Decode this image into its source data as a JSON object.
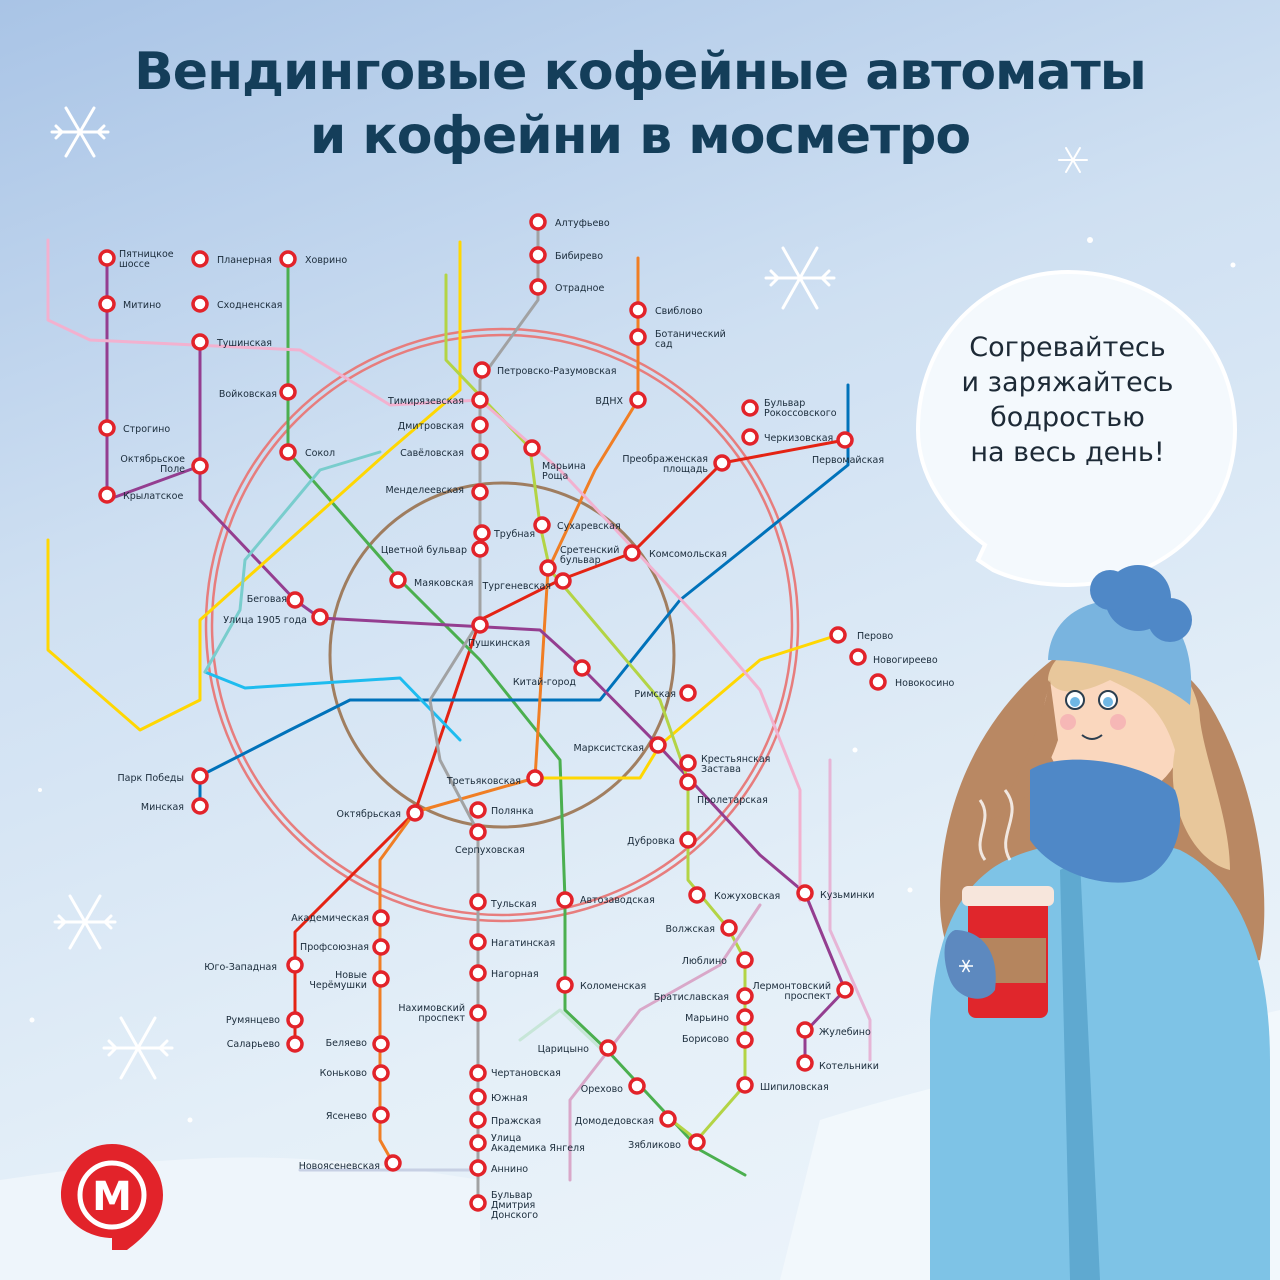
{
  "title": {
    "line1": "Вендинговые кофейные автоматы",
    "line2": "и кофейни в мосметро"
  },
  "bubble": {
    "lines": [
      "Согревайтесь",
      "и заряжайтесь",
      "бодростью",
      "на весь день!"
    ]
  },
  "logo": {
    "icon": "moscow-metro-logo-icon",
    "letter": "М"
  },
  "colors": {
    "title": "#143e5a",
    "station_fill": "#ffffff",
    "station_stroke": "#e2232a",
    "mcc": "#e77d7d",
    "koltsevaya": "#8d5b2d",
    "line1": "#e42313",
    "line2": "#4baf4f",
    "line3": "#0072ba",
    "line4": "#1ebcef",
    "line5": "#915133",
    "line6": "#f07e24",
    "line7": "#943e90",
    "line8": "#ffd702",
    "line9": "#a1a2a3",
    "line10": "#b3d445",
    "line11": "#79cdcd",
    "line12": "#acbfe1"
  },
  "stations": [
    {
      "name": "Алтуфьево",
      "label": [
        "Алтуфьево"
      ]
    },
    {
      "name": "Бибирево",
      "label": [
        "Бибирево"
      ]
    },
    {
      "name": "Отрадное",
      "label": [
        "Отрадное"
      ]
    },
    {
      "name": "Свиблово",
      "label": [
        "Свиблово"
      ]
    },
    {
      "name": "Ботанический сад",
      "label": [
        "Ботанический",
        "сад"
      ]
    },
    {
      "name": "ВДНХ",
      "label": [
        "ВДНХ"
      ]
    },
    {
      "name": "Пятницкое шоссе",
      "label": [
        "Пятницкое",
        "шоссе"
      ]
    },
    {
      "name": "Планерная",
      "label": [
        "Планерная"
      ]
    },
    {
      "name": "Ховрино",
      "label": [
        "Ховрино"
      ]
    },
    {
      "name": "Митино",
      "label": [
        "Митино"
      ]
    },
    {
      "name": "Сходненская",
      "label": [
        "Сходненская"
      ]
    },
    {
      "name": "Тушинская",
      "label": [
        "Тушинская"
      ]
    },
    {
      "name": "Войковская",
      "label": [
        "Войковская"
      ]
    },
    {
      "name": "Строгино",
      "label": [
        "Строгино"
      ]
    },
    {
      "name": "Сокол",
      "label": [
        "Сокол"
      ]
    },
    {
      "name": "Октябрьское Поле",
      "label": [
        "Октябрьское",
        "Поле"
      ]
    },
    {
      "name": "Крылатское",
      "label": [
        "Крылатское"
      ]
    },
    {
      "name": "Петровско-Разумовская",
      "label": [
        "Петровско-Разумовская"
      ]
    },
    {
      "name": "Тимирязевская",
      "label": [
        "Тимирязевская"
      ]
    },
    {
      "name": "Дмитровская",
      "label": [
        "Дмитровская"
      ]
    },
    {
      "name": "Савёловская",
      "label": [
        "Савёловская"
      ]
    },
    {
      "name": "Марьина Роща",
      "label": [
        "Марьина",
        "Роща"
      ]
    },
    {
      "name": "Бульвар Рокоссовского",
      "label": [
        "Бульвар",
        "Рокоссовского"
      ]
    },
    {
      "name": "Черкизовская",
      "label": [
        "Черкизовская"
      ]
    },
    {
      "name": "Первомайская",
      "label": [
        "Первомайская"
      ]
    },
    {
      "name": "Преображенская площадь",
      "label": [
        "Преображенская",
        "площадь"
      ]
    },
    {
      "name": "Менделеевская",
      "label": [
        "Менделеевская"
      ]
    },
    {
      "name": "Сухаревская",
      "label": [
        "Сухаревская"
      ]
    },
    {
      "name": "Трубная",
      "label": [
        "Трубная"
      ]
    },
    {
      "name": "Цветной бульвар",
      "label": [
        "Цветной бульвар"
      ]
    },
    {
      "name": "Сретенский бульвар",
      "label": [
        "Сретенский",
        "бульвар"
      ]
    },
    {
      "name": "Комсомольская",
      "label": [
        "Комсомольская"
      ]
    },
    {
      "name": "Тургеневская",
      "label": [
        "Тургеневская"
      ]
    },
    {
      "name": "Маяковская",
      "label": [
        "Маяковская"
      ]
    },
    {
      "name": "Беговая",
      "label": [
        "Беговая"
      ]
    },
    {
      "name": "Улица 1905 года",
      "label": [
        "Улица 1905 года"
      ]
    },
    {
      "name": "Пушкинская",
      "label": [
        "Пушкинская"
      ]
    },
    {
      "name": "Перово",
      "label": [
        "Перово"
      ]
    },
    {
      "name": "Новогиреево",
      "label": [
        "Новогиреево"
      ]
    },
    {
      "name": "Новокосино",
      "label": [
        "Новокосино"
      ]
    },
    {
      "name": "Китай-город",
      "label": [
        "Китай-город"
      ]
    },
    {
      "name": "Римская",
      "label": [
        "Римская"
      ]
    },
    {
      "name": "Марксистская",
      "label": [
        "Марксистская"
      ]
    },
    {
      "name": "Крестьянская Застава",
      "label": [
        "Крестьянская",
        "Застава"
      ]
    },
    {
      "name": "Пролетарская",
      "label": [
        "Пролетарская"
      ]
    },
    {
      "name": "Парк Победы",
      "label": [
        "Парк Победы"
      ]
    },
    {
      "name": "Минская",
      "label": [
        "Минская"
      ]
    },
    {
      "name": "Третьяковская",
      "label": [
        "Третьяковская"
      ]
    },
    {
      "name": "Октябрьская",
      "label": [
        "Октябрьская"
      ]
    },
    {
      "name": "Полянка",
      "label": [
        "Полянка"
      ]
    },
    {
      "name": "Серпуховская",
      "label": [
        "Серпуховская"
      ]
    },
    {
      "name": "Дубровка",
      "label": [
        "Дубровка"
      ]
    },
    {
      "name": "Кожуховская",
      "label": [
        "Кожуховская"
      ]
    },
    {
      "name": "Кузьминки",
      "label": [
        "Кузьминки"
      ]
    },
    {
      "name": "Тульская",
      "label": [
        "Тульская"
      ]
    },
    {
      "name": "Автозаводская",
      "label": [
        "Автозаводская"
      ]
    },
    {
      "name": "Академическая",
      "label": [
        "Академическая"
      ]
    },
    {
      "name": "Волжская",
      "label": [
        "Волжская"
      ]
    },
    {
      "name": "Нагатинская",
      "label": [
        "Нагатинская"
      ]
    },
    {
      "name": "Профсоюзная",
      "label": [
        "Профсоюзная"
      ]
    },
    {
      "name": "Юго-Западная",
      "label": [
        "Юго-Западная"
      ]
    },
    {
      "name": "Люблино",
      "label": [
        "Люблино"
      ]
    },
    {
      "name": "Нагорная",
      "label": [
        "Нагорная"
      ]
    },
    {
      "name": "Новые Черёмушки",
      "label": [
        "Новые",
        "Черёмушки"
      ]
    },
    {
      "name": "Коломенская",
      "label": [
        "Коломенская"
      ]
    },
    {
      "name": "Лермонтовский проспект",
      "label": [
        "Лермонтовский",
        "проспект"
      ]
    },
    {
      "name": "Братиславская",
      "label": [
        "Братиславская"
      ]
    },
    {
      "name": "Нахимовский проспект",
      "label": [
        "Нахимовский",
        "проспект"
      ]
    },
    {
      "name": "Марьино",
      "label": [
        "Марьино"
      ]
    },
    {
      "name": "Румянцево",
      "label": [
        "Румянцево"
      ]
    },
    {
      "name": "Жулебино",
      "label": [
        "Жулебино"
      ]
    },
    {
      "name": "Борисово",
      "label": [
        "Борисово"
      ]
    },
    {
      "name": "Саларьево",
      "label": [
        "Саларьево"
      ]
    },
    {
      "name": "Беляево",
      "label": [
        "Беляево"
      ]
    },
    {
      "name": "Царицыно",
      "label": [
        "Царицыно"
      ]
    },
    {
      "name": "Котельники",
      "label": [
        "Котельники"
      ]
    },
    {
      "name": "Чертановская",
      "label": [
        "Чертановская"
      ]
    },
    {
      "name": "Коньково",
      "label": [
        "Коньково"
      ]
    },
    {
      "name": "Орехово",
      "label": [
        "Орехово"
      ]
    },
    {
      "name": "Шипиловская",
      "label": [
        "Шипиловская"
      ]
    },
    {
      "name": "Южная",
      "label": [
        "Южная"
      ]
    },
    {
      "name": "Ясенево",
      "label": [
        "Ясенево"
      ]
    },
    {
      "name": "Пражская",
      "label": [
        "Пражская"
      ]
    },
    {
      "name": "Домодедовская",
      "label": [
        "Домодедовская"
      ]
    },
    {
      "name": "Улица Академика Янгеля",
      "label": [
        "Улица",
        "Академика Янгеля"
      ]
    },
    {
      "name": "Зябликово",
      "label": [
        "Зябликово"
      ]
    },
    {
      "name": "Новоясеневская",
      "label": [
        "Новоясеневская"
      ]
    },
    {
      "name": "Аннино",
      "label": [
        "Аннино"
      ]
    },
    {
      "name": "Бульвар Дмитрия Донского",
      "label": [
        "Бульвар",
        "Дмитрия",
        "Донского"
      ]
    }
  ]
}
